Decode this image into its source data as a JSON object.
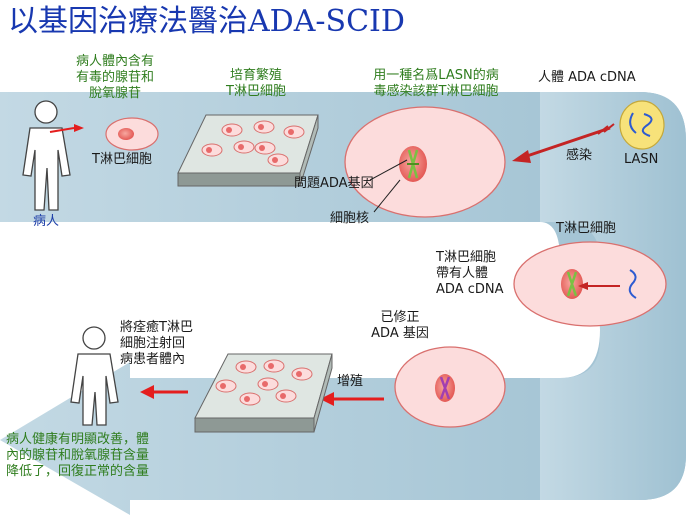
{
  "title": "以基因治療法醫治ADA-SCID",
  "labels": {
    "patient_top_1": "病人體內含有",
    "patient_top_2": "有毒的腺苷和",
    "patient_top_3": "脫氧腺苷",
    "culture_1": "培育繁殖",
    "culture_2": "T淋巴細胞",
    "lasn_desc_1": "用一種名爲LASN的病",
    "lasn_desc_2": "毒感染該群T淋巴細胞",
    "human_cdna": "人體 ADA cDNA",
    "infect": "感染",
    "lasn": "LASN",
    "t_cell_left": "T淋巴細胞",
    "patient": "病人",
    "problem_gene": "問題ADA基因",
    "nucleus": "細胞核",
    "t_cell_right": "T淋巴細胞",
    "carry_1": "T淋巴細胞",
    "carry_2": "帶有人體",
    "carry_3": "ADA cDNA",
    "corrected_1": "已修正",
    "corrected_2": "ADA 基因",
    "proliferate": "增殖",
    "inject_1": "將痊癒T淋巴",
    "inject_2": "細胞注射回",
    "inject_3": "病患者體內",
    "result_1": "病人健康有明顯改善，體",
    "result_2": "內的腺苷和脫氧腺苷含量",
    "result_3": "降低了，回復正常的含量"
  },
  "colors": {
    "band": "#a9c7d6",
    "cell_fill": "#fcdcdc",
    "cell_stroke": "#d9706e",
    "nucleus": "#e86a6a",
    "arrow_red": "#e41e1e",
    "title_blue": "#1838b0",
    "label_green": "#2f7d1e",
    "plate_top": "#dfe6e2",
    "plate_side": "#8e9995",
    "virus_fill": "#f7e27a"
  }
}
